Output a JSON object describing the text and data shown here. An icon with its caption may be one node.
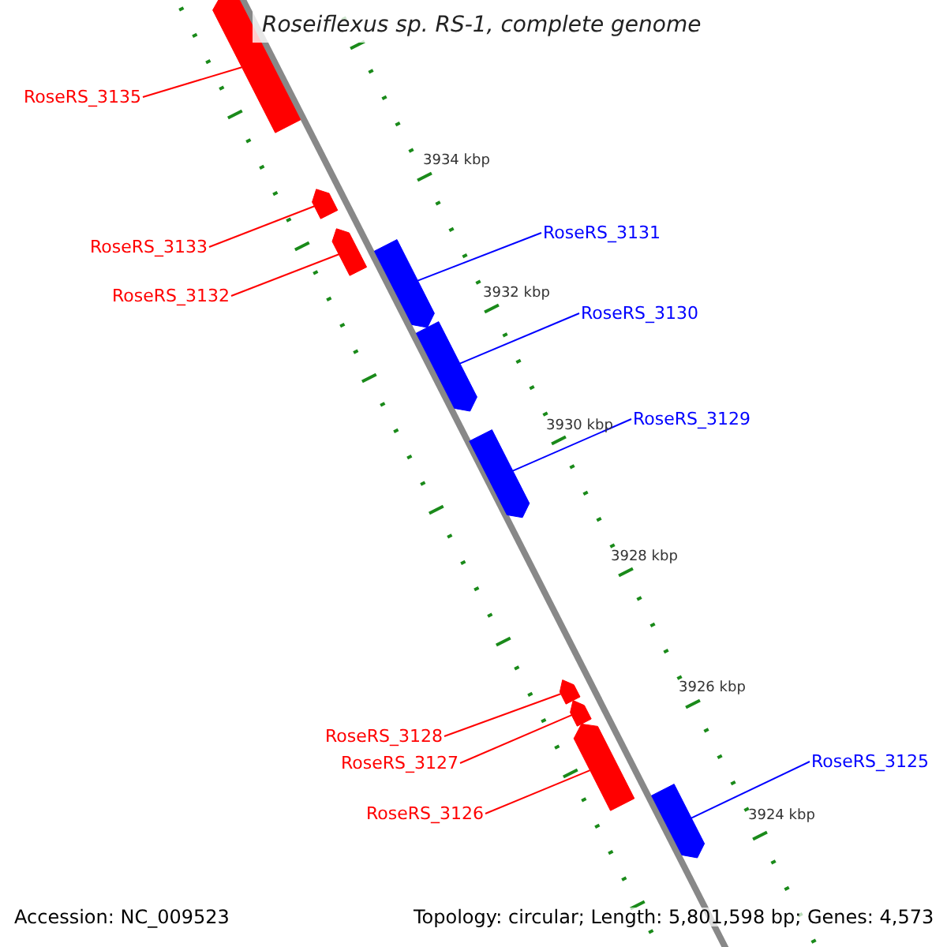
{
  "diagram": {
    "title": "Roseiflexus sp. RS-1, complete genome",
    "nodes": [
      {
        "text": [
          "RoseRS_3135"
        ]
      },
      {
        "text": [],
        "shape": "bar"
      },
      {
        "text": [
          "RoseRS_3133"
        ]
      },
      {
        "text": [],
        "shape": "bar"
      },
      {
        "text": [
          "RoseRS_3132"
        ]
      },
      {
        "text": [],
        "shape": "bar"
      },
      {
        "text": [
          "RoseRS_3131"
        ]
      },
      {
        "text": [],
        "shape": "bar"
      },
      {
        "text": [
          "RoseRS_3130"
        ]
      },
      {
        "text": [],
        "shape": "bar"
      },
      {
        "text": [
          "RoseRS_3129"
        ]
      },
      {
        "text": [],
        "shape": "bar"
      },
      {
        "text": [
          "RoseRS_3128"
        ]
      },
      {
        "text": [],
        "shape": "bar"
      },
      {
        "text": [
          "RoseRS_3127"
        ]
      },
      {
        "text": [],
        "shape": "bar"
      },
      {
        "text": [
          "RoseRS_3126"
        ]
      },
      {
        "text": [],
        "shape": "bar"
      },
      {
        "text": [
          "RoseRS_3125"
        ]
      },
      {
        "text": [],
        "shape": "bar"
      }
    ],
    "edges": [
      {
        "from": 0,
        "to": 1,
        "arrow": "none"
      },
      {
        "from": 2,
        "to": 3,
        "arrow": "none"
      },
      {
        "from": 4,
        "to": 5,
        "arrow": "none"
      },
      {
        "from": 6,
        "to": 7,
        "arrow": "none",
        "color": "#0000ff"
      },
      {
        "from": 8,
        "to": 9,
        "arrow": "none",
        "color": "#0000ff"
      },
      {
        "from": 10,
        "to": 11,
        "arrow": "none",
        "color": "#0000ff"
      },
      {
        "from": 12,
        "to": 13,
        "arrow": "none"
      },
      {
        "from": 14,
        "to": 15,
        "arrow": "none"
      },
      {
        "from": 16,
        "to": 17,
        "arrow": "none"
      },
      {
        "from": 18,
        "to": 19,
        "arrow": "none",
        "color": "#0000ff"
      }
    ],
    "labels": [
      "3934 kbp",
      "3932 kbp",
      "3930 kbp",
      "3928 kbp",
      "3926 kbp",
      "3924 kbp",
      "Accession: NC_009523",
      "Topology: circular; Length: 5,801,598 bp; Genes: 4,573"
    ]
  }
}
